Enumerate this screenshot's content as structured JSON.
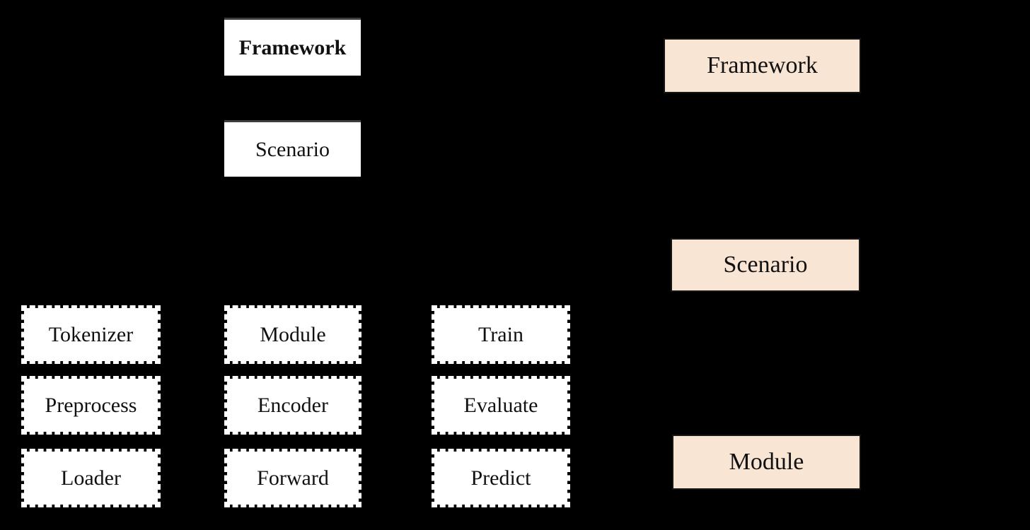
{
  "colors": {
    "canvas_bg": "#000000",
    "solid_box_fill": "#ffffff",
    "solid_box_top_edge": "#3e3e3e",
    "dashed_box_fill": "#ffffff",
    "peach_box_fill": "#f9e5d4",
    "box_text": "#111111"
  },
  "left_hierarchy": {
    "framework_label": "Framework",
    "scenario_label": "Scenario"
  },
  "module_grid": {
    "columns": [
      {
        "boxes": [
          "Tokenizer",
          "Preprocess",
          "Loader"
        ]
      },
      {
        "boxes": [
          "Module",
          "Encoder",
          "Forward"
        ]
      },
      {
        "boxes": [
          "Train",
          "Evaluate",
          "Predict"
        ]
      }
    ]
  },
  "right_hierarchy": {
    "framework_label": "Framework",
    "scenario_label": "Scenario",
    "module_label": "Module"
  }
}
